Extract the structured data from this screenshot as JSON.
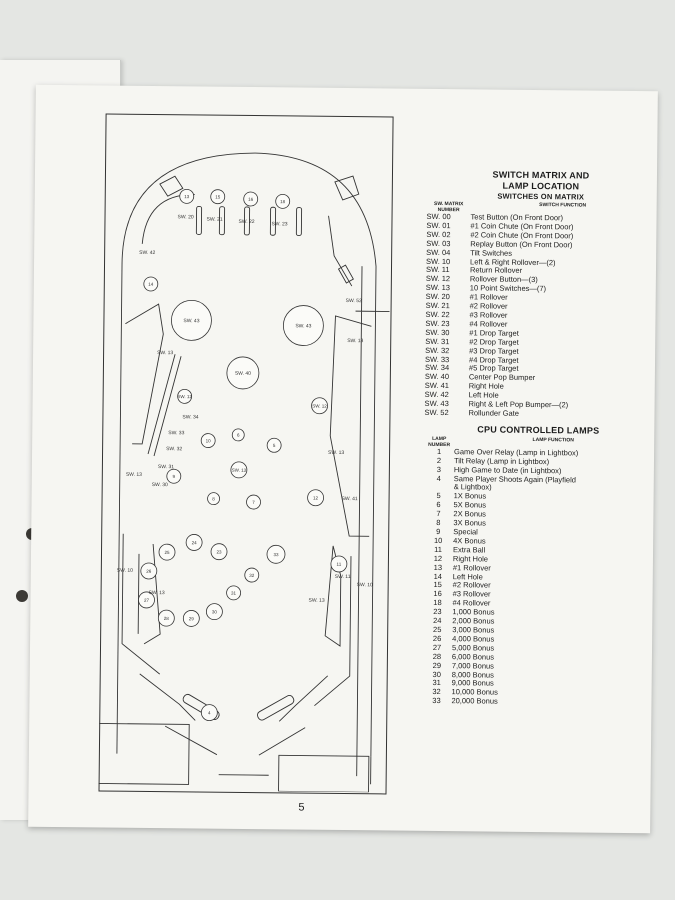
{
  "page_number": "5",
  "switch_matrix": {
    "title_line1": "SWITCH MATRIX AND",
    "title_line2": "LAMP LOCATION",
    "subtitle": "SWITCHES ON MATRIX",
    "col_number": "SW. MATRIX NUMBER",
    "col_function": "SWITCH FUNCTION",
    "rows": [
      {
        "num": "SW. 00",
        "fn": "Test Button (On Front Door)"
      },
      {
        "num": "SW. 01",
        "fn": "#1 Coin Chute (On Front Door)"
      },
      {
        "num": "SW. 02",
        "fn": "#2 Coin Chute (On Front Door)"
      },
      {
        "num": "SW. 03",
        "fn": "Replay Button (On Front Door)"
      },
      {
        "num": "SW. 04",
        "fn": "Tilt Switches"
      },
      {
        "num": "SW. 10",
        "fn": "Left & Right Rollover—(2)"
      },
      {
        "num": "SW. 11",
        "fn": "Return Rollover"
      },
      {
        "num": "SW. 12",
        "fn": "Rollover Button—(3)"
      },
      {
        "num": "SW. 13",
        "fn": "10 Point Switches—(7)"
      },
      {
        "num": "SW. 20",
        "fn": "#1 Rollover"
      },
      {
        "num": "SW. 21",
        "fn": "#2 Rollover"
      },
      {
        "num": "SW. 22",
        "fn": "#3 Rollover"
      },
      {
        "num": "SW. 23",
        "fn": "#4 Rollover"
      },
      {
        "num": "SW. 30",
        "fn": "#1 Drop Target"
      },
      {
        "num": "SW. 31",
        "fn": "#2 Drop Target"
      },
      {
        "num": "SW. 32",
        "fn": "#3 Drop Target"
      },
      {
        "num": "SW. 33",
        "fn": "#4 Drop Target"
      },
      {
        "num": "SW. 34",
        "fn": "#5 Drop Target"
      },
      {
        "num": "SW. 40",
        "fn": "Center Pop Bumper"
      },
      {
        "num": "SW. 41",
        "fn": "Right Hole"
      },
      {
        "num": "SW. 42",
        "fn": "Left Hole"
      },
      {
        "num": "SW. 43",
        "fn": "Right & Left Pop Bumper—(2)"
      },
      {
        "num": "SW. 52",
        "fn": "Rollunder Gate"
      }
    ]
  },
  "cpu_lamps": {
    "title": "CPU CONTROLLED LAMPS",
    "col_number": "LAMP NUMBER",
    "col_function": "LAMP FUNCTION",
    "rows": [
      {
        "num": "1",
        "fn": "Game Over Relay (Lamp in Lightbox)"
      },
      {
        "num": "2",
        "fn": "Tilt Relay (Lamp in Lightbox)"
      },
      {
        "num": "3",
        "fn": "High Game to Date (in Lightbox)"
      },
      {
        "num": "4",
        "fn": "Same Player Shoots Again (Playfield"
      },
      {
        "num": "",
        "fn": "& Lightbox)"
      },
      {
        "num": "5",
        "fn": "1X Bonus"
      },
      {
        "num": "6",
        "fn": "5X Bonus"
      },
      {
        "num": "7",
        "fn": "2X Bonus"
      },
      {
        "num": "8",
        "fn": "3X Bonus"
      },
      {
        "num": "9",
        "fn": "Special"
      },
      {
        "num": "10",
        "fn": "4X Bonus"
      },
      {
        "num": "11",
        "fn": "Extra Ball"
      },
      {
        "num": "12",
        "fn": "Right Hole"
      },
      {
        "num": "13",
        "fn": "#1 Rollover"
      },
      {
        "num": "14",
        "fn": "Left Hole"
      },
      {
        "num": "15",
        "fn": "#2 Rollover"
      },
      {
        "num": "16",
        "fn": "#3 Rollover"
      },
      {
        "num": "18",
        "fn": "#4 Rollover"
      },
      {
        "num": "23",
        "fn": "1,000 Bonus"
      },
      {
        "num": "24",
        "fn": "2,000 Bonus"
      },
      {
        "num": "25",
        "fn": "3,000 Bonus"
      },
      {
        "num": "26",
        "fn": "4,000 Bonus"
      },
      {
        "num": "27",
        "fn": "5,000 Bonus"
      },
      {
        "num": "28",
        "fn": "6,000 Bonus"
      },
      {
        "num": "29",
        "fn": "7,000 Bonus"
      },
      {
        "num": "30",
        "fn": "8,000 Bonus"
      },
      {
        "num": "31",
        "fn": "9,000 Bonus"
      },
      {
        "num": "32",
        "fn": "10,000 Bonus"
      },
      {
        "num": "33",
        "fn": "20,000 Bonus"
      }
    ]
  },
  "playfield": {
    "circle_labels": [
      {
        "id": "lamp-13-top",
        "label": "13"
      },
      {
        "id": "lamp-15-top",
        "label": "15"
      },
      {
        "id": "lamp-16-top",
        "label": "16"
      },
      {
        "id": "lamp-18-top",
        "label": "18"
      },
      {
        "id": "lamp-14",
        "label": "14"
      },
      {
        "id": "bumper-left",
        "label": "SW. 43"
      },
      {
        "id": "bumper-right",
        "label": "SW. 43"
      },
      {
        "id": "bumper-center",
        "label": "SW. 40"
      },
      {
        "id": "rollover-left",
        "label": "SW. 12"
      },
      {
        "id": "rollover-right",
        "label": "SW. 12"
      },
      {
        "id": "lamp-10",
        "label": "10"
      },
      {
        "id": "lamp-6",
        "label": "6"
      },
      {
        "id": "lamp-5",
        "label": "5"
      },
      {
        "id": "lamp-9",
        "label": "9"
      },
      {
        "id": "rollover-center",
        "label": "SW. 13"
      },
      {
        "id": "lamp-8",
        "label": "8"
      },
      {
        "id": "lamp-7",
        "label": "7"
      },
      {
        "id": "lamp-12",
        "label": "12"
      },
      {
        "id": "lamp-24",
        "label": "24"
      },
      {
        "id": "lamp-23",
        "label": "23"
      },
      {
        "id": "lamp-25",
        "label": "25"
      },
      {
        "id": "lamp-33",
        "label": "33"
      },
      {
        "id": "lamp-26",
        "label": "26"
      },
      {
        "id": "lamp-32",
        "label": "32"
      },
      {
        "id": "lamp-27",
        "label": "27"
      },
      {
        "id": "lamp-31",
        "label": "31"
      },
      {
        "id": "lamp-30",
        "label": "30"
      },
      {
        "id": "lamp-28",
        "label": "28"
      },
      {
        "id": "lamp-29",
        "label": "29"
      },
      {
        "id": "lamp-11",
        "label": "11"
      },
      {
        "id": "lamp-4",
        "label": "4"
      }
    ],
    "text_labels": [
      {
        "id": "sw20",
        "label": "SW. 20"
      },
      {
        "id": "sw21",
        "label": "SW. 21"
      },
      {
        "id": "sw22",
        "label": "SW. 22"
      },
      {
        "id": "sw23",
        "label": "SW. 23"
      },
      {
        "id": "sw42",
        "label": "SW. 42"
      },
      {
        "id": "sw52",
        "label": "SW. 52"
      },
      {
        "id": "sw13-left",
        "label": "SW. 13"
      },
      {
        "id": "sw13-right",
        "label": "SW. 13"
      },
      {
        "id": "sw34",
        "label": "SW. 34"
      },
      {
        "id": "sw33",
        "label": "SW. 33"
      },
      {
        "id": "sw32",
        "label": "SW. 32"
      },
      {
        "id": "sw31",
        "label": "SW. 31"
      },
      {
        "id": "sw30",
        "label": "SW. 30"
      },
      {
        "id": "sw13-bank",
        "label": "SW. 13"
      },
      {
        "id": "sw13-rmid",
        "label": "SW. 13"
      },
      {
        "id": "sw41",
        "label": "SW. 41"
      },
      {
        "id": "sw10-left",
        "label": "SW. 10"
      },
      {
        "id": "sw13-lsling",
        "label": "SW. 13"
      },
      {
        "id": "sw13-rsling",
        "label": "SW. 13"
      },
      {
        "id": "sw11",
        "label": "SW. 11"
      },
      {
        "id": "sw10-right",
        "label": "SW. 10"
      }
    ]
  }
}
